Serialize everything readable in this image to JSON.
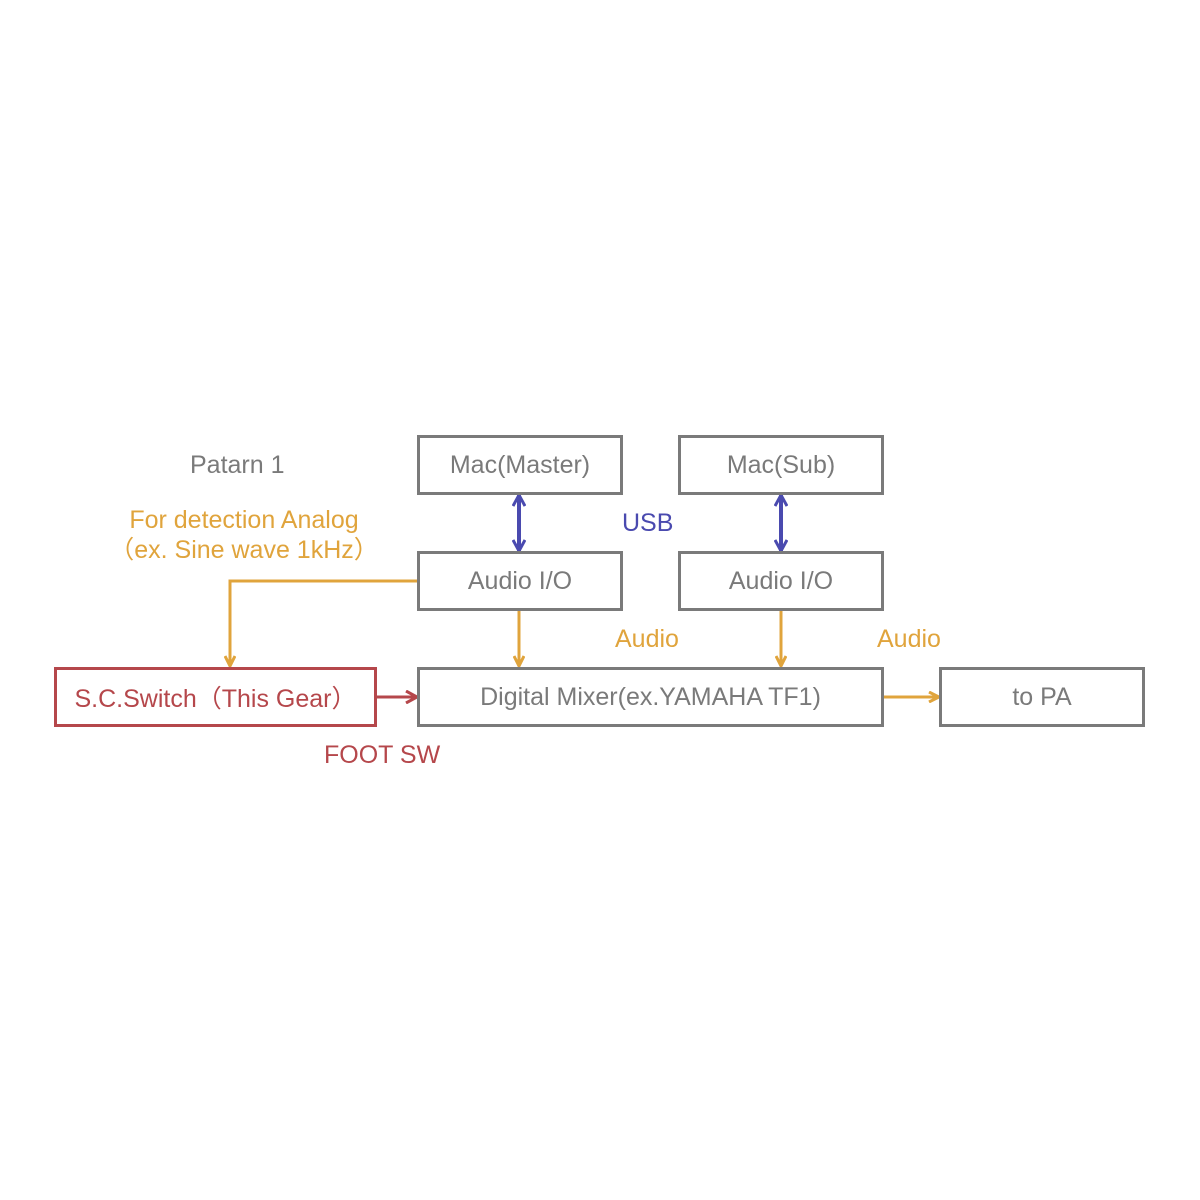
{
  "title": "Patarn 1",
  "colors": {
    "box_border": "#7a7a7a",
    "audio": "#e0a43c",
    "usb": "#4a4aaf",
    "foot_sw": "#b5474b"
  },
  "nodes": {
    "mac_master": "Mac(Master)",
    "mac_sub": "Mac(Sub)",
    "audio_io_1": "Audio I/O",
    "audio_io_2": "Audio I/O",
    "sc_switch": "S.C.Switch（This Gear）",
    "digital_mixer": "Digital Mixer(ex.YAMAHA TF1)",
    "to_pa": "to PA"
  },
  "edge_labels": {
    "usb": "USB",
    "audio_1": "Audio",
    "audio_2": "Audio",
    "foot_sw": "FOOT SW",
    "detection_line1": "For detection Analog",
    "detection_line2": "（ex. Sine wave 1kHz）"
  }
}
